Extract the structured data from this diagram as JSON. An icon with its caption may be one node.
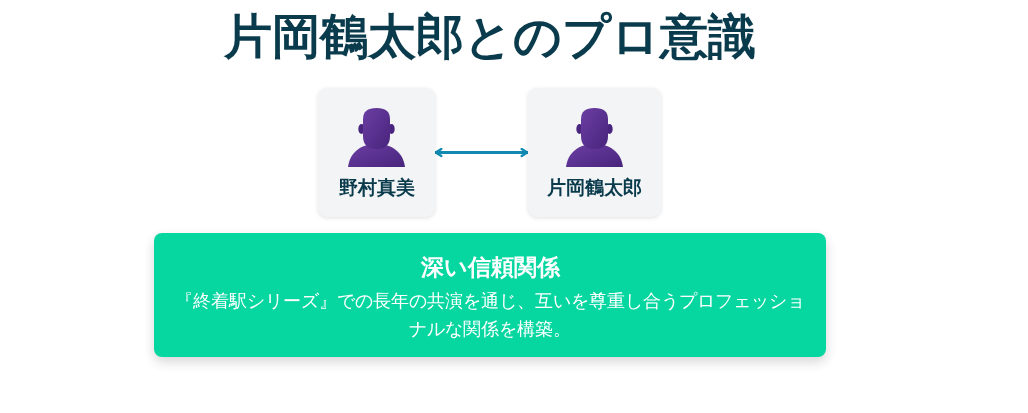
{
  "diagram": {
    "title": "片岡鶴太郎とのプロ意識",
    "nodes": [
      {
        "text": [
          "野村真美"
        ]
      },
      {
        "text": [
          "片岡鶴太郎"
        ]
      },
      {
        "text": [
          "深い信頼関係",
          "『終着駅シリーズ』での長年の共演を通じ、互いを尊重し合うプロフェッショナルな関係を構築。"
        ]
      }
    ],
    "edges": [
      {
        "from": 0,
        "to": 1,
        "arrow": "both"
      }
    ]
  }
}
